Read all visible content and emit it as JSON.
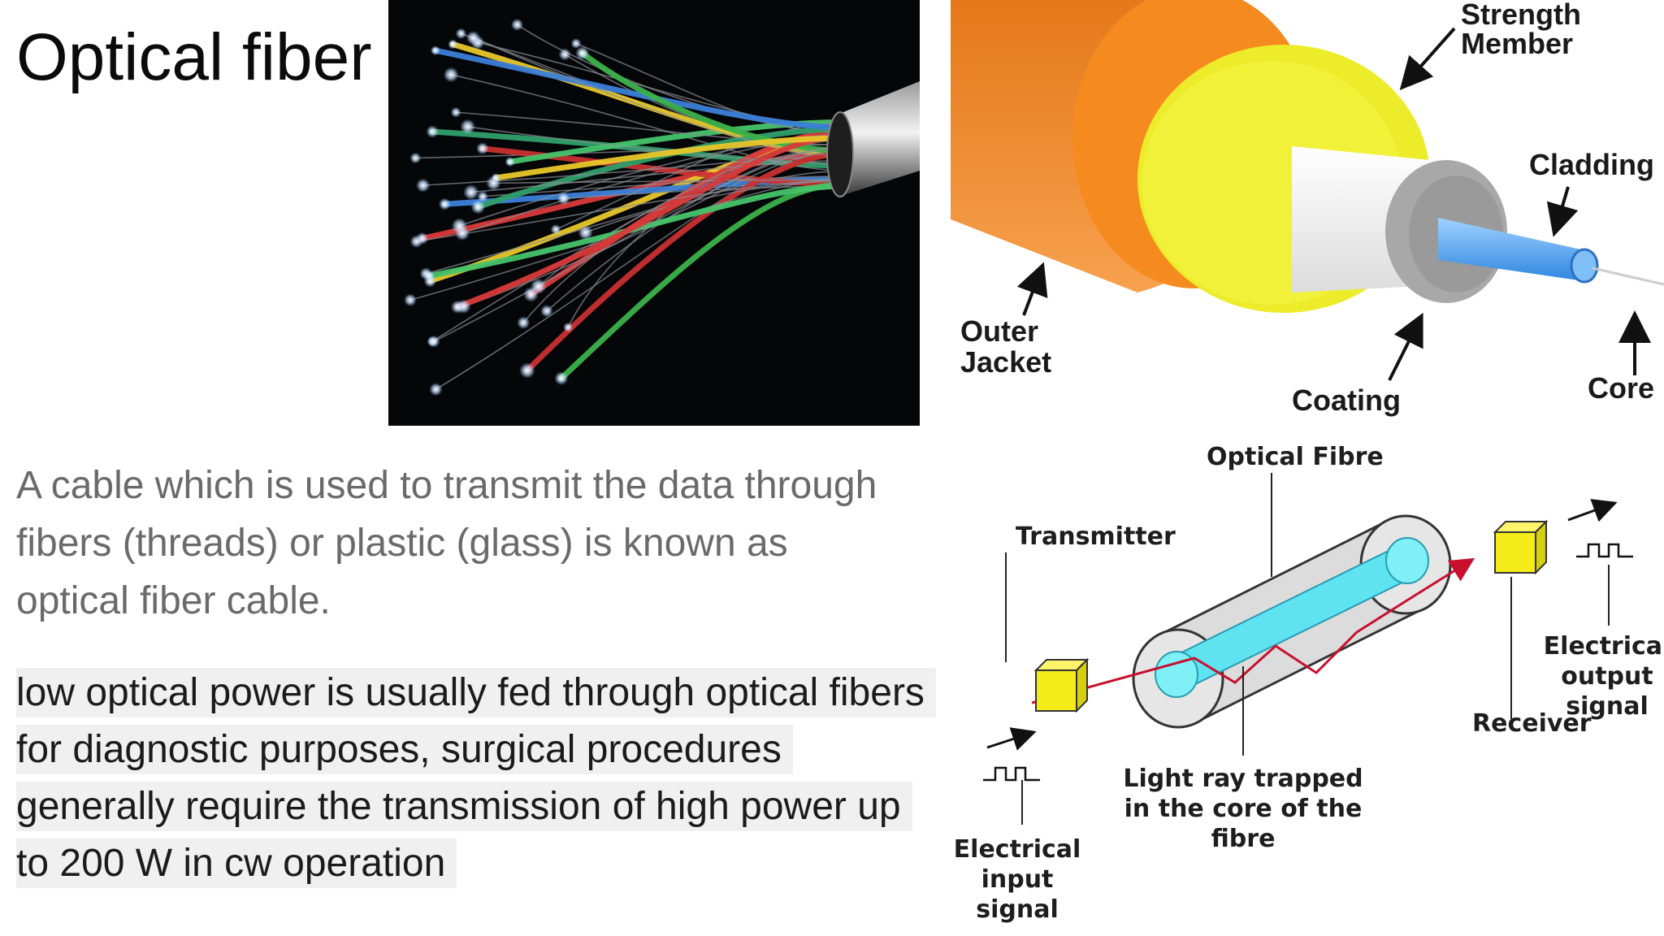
{
  "title": "Optical fiber",
  "description": "A cable which is used to transmit the data through fibers (threads) or plastic (glass) is known as optical fiber cable.",
  "note": " low optical power is usually fed through optical fibers for diagnostic purposes, surgical procedures generally require the transmission of high power up to 200 W in cw operation",
  "cable_structure": {
    "strength_member": [
      "Strength",
      "Member"
    ],
    "cladding": "Cladding",
    "outer_jacket": [
      "Outer",
      "Jacket"
    ],
    "coating": "Coating",
    "core": "Core"
  },
  "communication_system": {
    "optical_fibre": "Optical Fibre",
    "transmitter": "Transmitter",
    "receiver": "Receiver",
    "electrical_output": [
      "Electrical",
      "output",
      "signal"
    ],
    "electrical_input": [
      "Electrical",
      "input",
      "signal"
    ],
    "light_ray": [
      "Light ray trapped",
      "in the core of the",
      "fibre"
    ]
  },
  "colors": {
    "jacket": "#f5891e",
    "coating": "#eef02a",
    "cladding": "#a9a9a9",
    "core": "#4aa6ee",
    "fibre_core": "#5fe3f0",
    "box": "#f4ec1a",
    "ray": "#c8102e"
  }
}
